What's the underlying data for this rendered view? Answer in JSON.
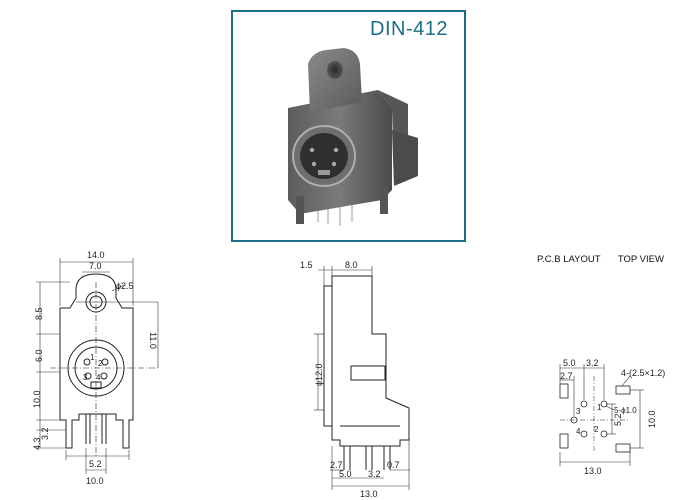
{
  "product": {
    "title": "DIN-412"
  },
  "pcb_layout": {
    "heading": "P.C.B LAYOUT",
    "view": "TOP VIEW",
    "dims": {
      "w1": "5.0",
      "w2": "3.2",
      "off": "2.7",
      "pad_spec": "4-(2.5×1.2)",
      "hole_spec": "5-ϕ1.0",
      "h1": "5.2",
      "h2": "10.0",
      "total": "13.0"
    },
    "pins": [
      "1",
      "2",
      "3",
      "4"
    ]
  },
  "front_view": {
    "dims": {
      "width_top": "14.0",
      "width_mid": "7.0",
      "hole_dia": "ϕ2.5",
      "h_top": "8.5",
      "h_right": "11.0",
      "h_mid": "6.0",
      "h_lower": "10.0",
      "h_pin": "3.2",
      "h_bottom": "4.3",
      "pin_span": "5.2",
      "width_bottom": "10.0"
    },
    "pins": [
      "1",
      "2",
      "3",
      "4"
    ]
  },
  "side_view": {
    "dims": {
      "offset": "1.5",
      "top_width": "8.0",
      "height": "ϕ12.0",
      "b1": "2.7",
      "b2": "0.7",
      "b3": "5.0",
      "b4": "3.2",
      "b5": "13.0"
    }
  },
  "colors": {
    "frame": "#1b6f86",
    "line": "#222222",
    "dim": "#333333"
  }
}
